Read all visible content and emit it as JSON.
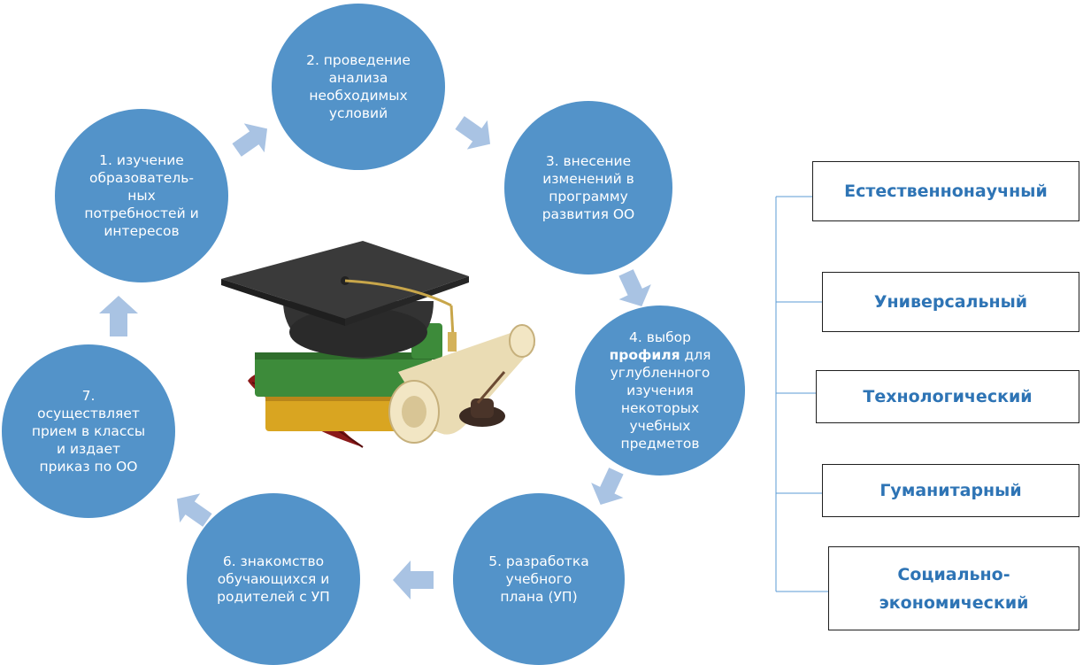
{
  "steps": [
    {
      "id": 1,
      "text": "1. изучение образователь-ных потребностей и интересов"
    },
    {
      "id": 2,
      "text": "2. проведение анализа необходимых условий"
    },
    {
      "id": 3,
      "text": "3. внесение изменений в программу развития ОО"
    },
    {
      "id": 4,
      "text_before": "4. выбор ",
      "text_bold": "профиля",
      "text_after": " для углубленного изучения некоторых учебных предметов"
    },
    {
      "id": 5,
      "text": "5. разработка учебного плана (УП)"
    },
    {
      "id": 6,
      "text": "6. знакомство обучающихся и родителей с УП"
    },
    {
      "id": 7,
      "text": "7. осуществляет прием в классы и издает приказ по ОО"
    }
  ],
  "profiles": [
    "Естественнонаучный",
    "Универсальный",
    "Технологический",
    "Гуманитарный",
    "Социально-экономический"
  ],
  "colors": {
    "circle": "#5393c9",
    "arrow": "#a9c3e3",
    "profile_text": "#2e74b5",
    "bracket": "#5b9bd5"
  },
  "illustration": "graduation-cap-books-scroll-quill"
}
